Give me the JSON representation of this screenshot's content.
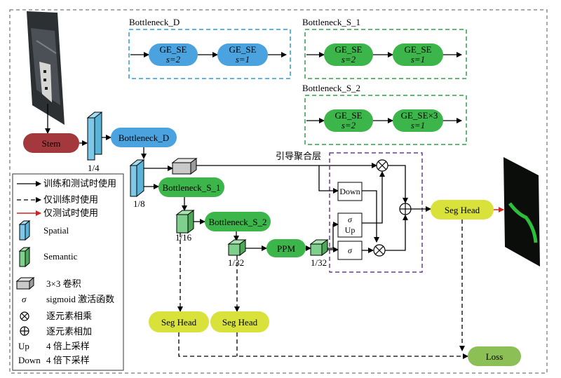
{
  "groups": {
    "bottleneck_d": "Bottleneck_D",
    "bottleneck_s1": "Bottleneck_S_1",
    "bottleneck_s2": "Bottleneck_S_2",
    "guided_agg": "引导聚合层"
  },
  "blocks": {
    "ge_se": "GE_SE",
    "ge_se_x3": "GE_SE×3",
    "s2": "s=2",
    "s1": "s=1"
  },
  "nodes": {
    "stem": "Stem",
    "bottleneck_d": "Bottleneck_D",
    "bottleneck_s1": "Bottleneck_S_1",
    "bottleneck_s2": "Bottleneck_S_2",
    "ppm": "PPM",
    "seg_head": "Seg Head",
    "loss": "Loss",
    "down": "Down",
    "up": "Up",
    "sigma": "σ"
  },
  "scales": {
    "quarter": "1/4",
    "eighth": "1/8",
    "sixteenth": "1/16",
    "thirtysecond": "1/32"
  },
  "legend": {
    "train_test": "训练和测试时使用",
    "train_only": "仅训练时使用",
    "test_only": "仅测试时使用",
    "spatial": "Spatial",
    "semantic": "Semantic",
    "conv": "3×3 卷积",
    "sigma_sym": "σ",
    "sigmoid": "sigmoid 激活函数",
    "mul": "逐元素相乘",
    "add": "逐元素相加",
    "up_key": "Up",
    "up_desc": "4 倍上采样",
    "down_key": "Down",
    "down_desc": "4 倍下采样"
  },
  "colors": {
    "stem": "#a3383d",
    "blue": "#4aa3df",
    "green": "#3cb54a",
    "yellow": "#d8e23a",
    "loss": "#8cbf56",
    "spatial": "#7dc8e8",
    "semantic": "#7fd08c",
    "dash_blue": "#2e9bd6",
    "dash_green": "#2ea04a",
    "dash_purple": "#6a3d9a",
    "red": "#d92020"
  }
}
